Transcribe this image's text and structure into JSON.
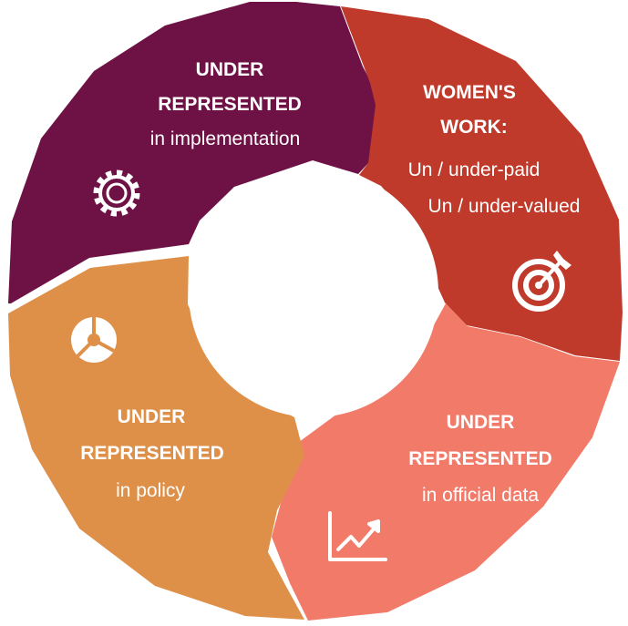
{
  "colors": {
    "implementation": "#6e1246",
    "womens_work": "#bf3a2b",
    "official_data": "#f27a68",
    "policy": "#df9048",
    "text": "#ffffff",
    "background": "#ffffff"
  },
  "segments": {
    "implementation": {
      "line1": "UNDER",
      "line2": "REPRESENTED",
      "line3": "in implementation",
      "icon": "gear-icon"
    },
    "womens_work": {
      "line1": "WOMEN'S",
      "line2": "WORK:",
      "line3": "Un / under-paid",
      "line4": "Un / under-valued",
      "icon": "target-icon"
    },
    "official_data": {
      "line1": "UNDER",
      "line2": "REPRESENTED",
      "line3": "in official data",
      "icon": "line-chart-icon"
    },
    "policy": {
      "line1": "UNDER",
      "line2": "REPRESENTED",
      "line3": "in policy",
      "icon": "pie-chart-icon"
    }
  }
}
